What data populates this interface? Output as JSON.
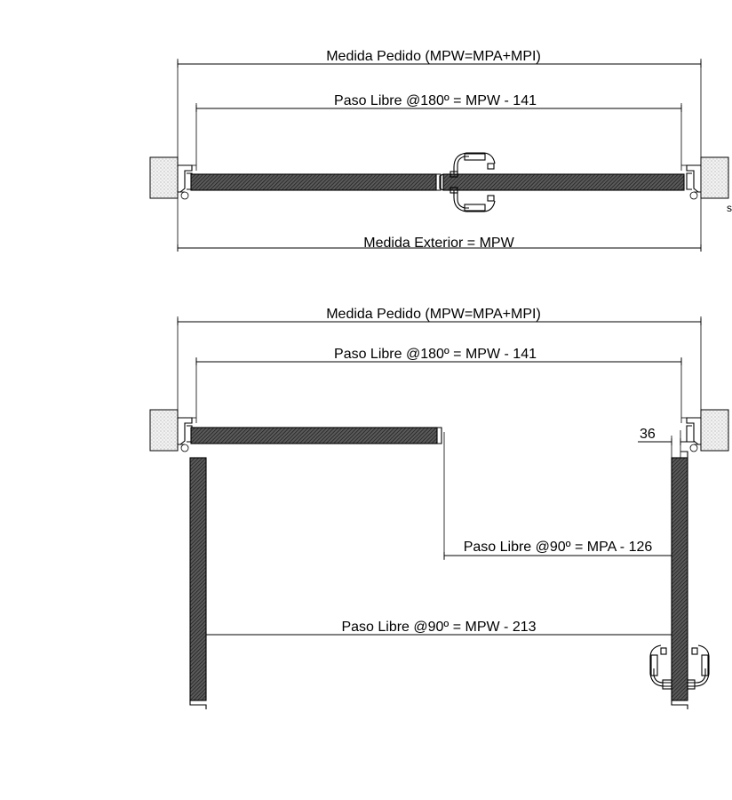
{
  "top_plan": {
    "overall_dimension_label": "Medida Pedido (MPW=MPA+MPI)",
    "clear_opening_180_label": "Paso Libre @180º = MPW - 141",
    "exterior_dimension_label": "Medida Exterior = MPW",
    "edge_mark": "s"
  },
  "bottom_plan": {
    "overall_dimension_label": "Medida Pedido (MPW=MPA+MPI)",
    "clear_opening_180_label": "Paso Libre @180º = MPW - 141",
    "jamb_offset_value": "36",
    "clear_opening_90_active_label": "Paso Libre @90º = MPA - 126",
    "clear_opening_90_total_label": "Paso Libre @90º = MPW - 213"
  }
}
